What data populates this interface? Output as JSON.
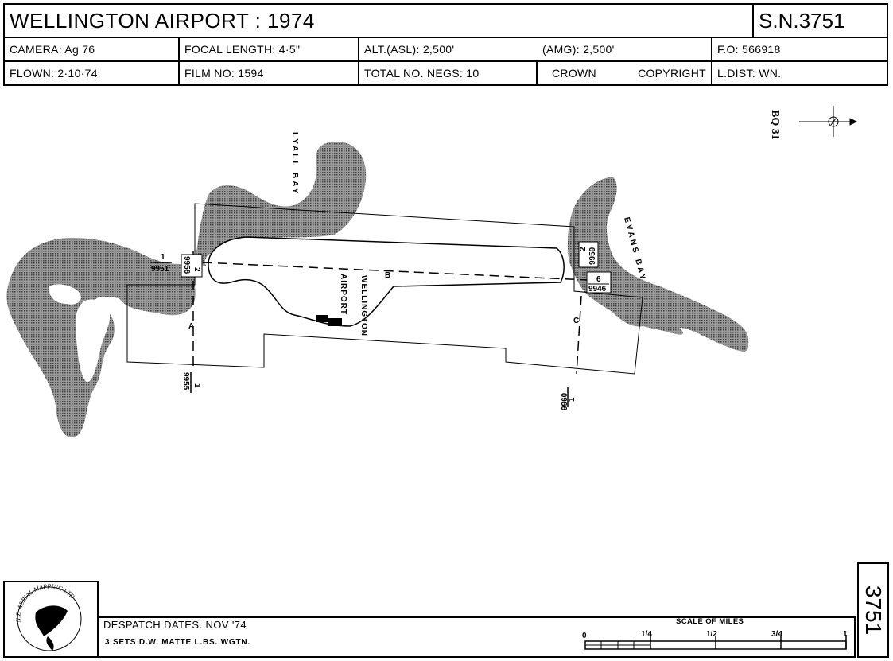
{
  "header": {
    "title": "WELLINGTON  AIRPORT : 1974",
    "sheet_number": "S.N.3751",
    "camera": "CAMERA: Ag 76",
    "focal_length": "FOCAL  LENGTH: 4·5\"",
    "alt_asl": "ALT.(ASL): 2,500'",
    "alt_amg": "(AMG): 2,500'",
    "fo": "F.O:  566918",
    "flown": "FLOWN: 2·10·74",
    "film_no": "FILM  NO: 1594",
    "total_negs": "TOTAL  NO.  NEGS: 10",
    "crown": "CROWN",
    "copyright": "COPYRIGHT",
    "l_dist": "L.DIST: WN."
  },
  "map": {
    "bq_ref": "BQ 31",
    "labels": {
      "lyall_bay": "LYALL  BAY",
      "evans_bay": "EVANS  BAY",
      "airport_1": "WELLINGTON",
      "airport_2": "AIRPORT",
      "run_a": "A",
      "run_b": "B",
      "run_c": "C"
    },
    "frame_refs": {
      "left_top_num": "1",
      "left_top_den": "9951",
      "left_box_a": "2",
      "left_box_b": "9956",
      "left_bottom_a": "1",
      "left_bottom_b": "9955",
      "right_box1_a": "2",
      "right_box1_b": "9959",
      "right_box2_a": "6",
      "right_box2_b": "9946",
      "right_bottom_a": "1",
      "right_bottom_b": "9960"
    },
    "colors": {
      "land": "#7a7a7a",
      "ink": "#000000"
    }
  },
  "footer": {
    "despatch": "DESPATCH  DATES.  NOV '74",
    "sets": "3  SETS  D.W. MATTE  L.BS.  WGTN.",
    "logo_text": "N.Z. AERIAL MAPPING LTD",
    "scale_title": "SCALE OF MILES",
    "scale_ticks": [
      "0",
      "1/4",
      "1/2",
      "3/4",
      "1"
    ],
    "sheet_side": "3751"
  }
}
